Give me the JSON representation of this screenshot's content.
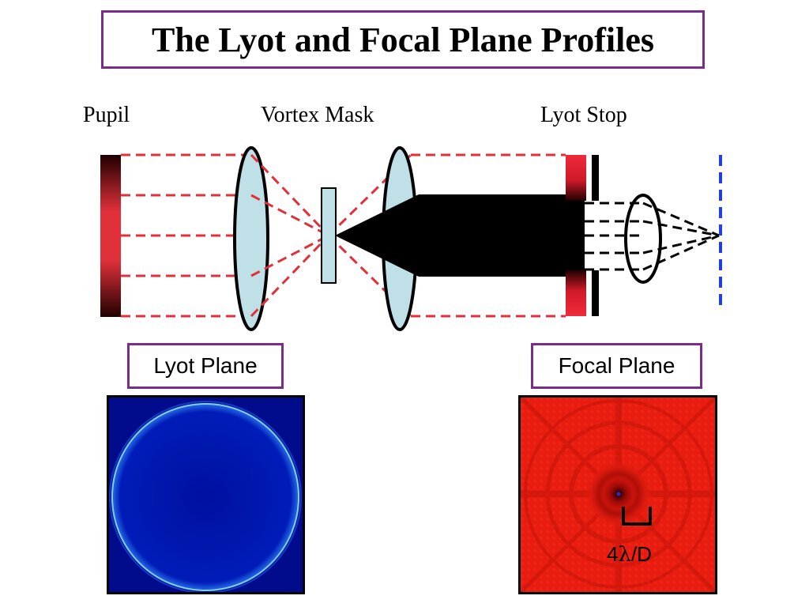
{
  "title": "The Lyot and Focal Plane Profiles",
  "labels": {
    "pupil": "Pupil",
    "vortex_mask": "Vortex Mask",
    "lyot_stop": "Lyot Stop"
  },
  "planes": {
    "lyot": "Lyot Plane",
    "focal": "Focal Plane"
  },
  "scale_bar": {
    "prefix": "4",
    "symbol": "λ",
    "suffix": "/D"
  },
  "colors": {
    "box_border": "#7b2c8a",
    "ray_red": "#e0303a",
    "lens_fill": "#bfe0e6",
    "detector_blue": "#2040e0",
    "lyot_bg": "#000c8c",
    "lyot_ring": "#7fd0e8",
    "focal_bg": "#e81c10"
  }
}
